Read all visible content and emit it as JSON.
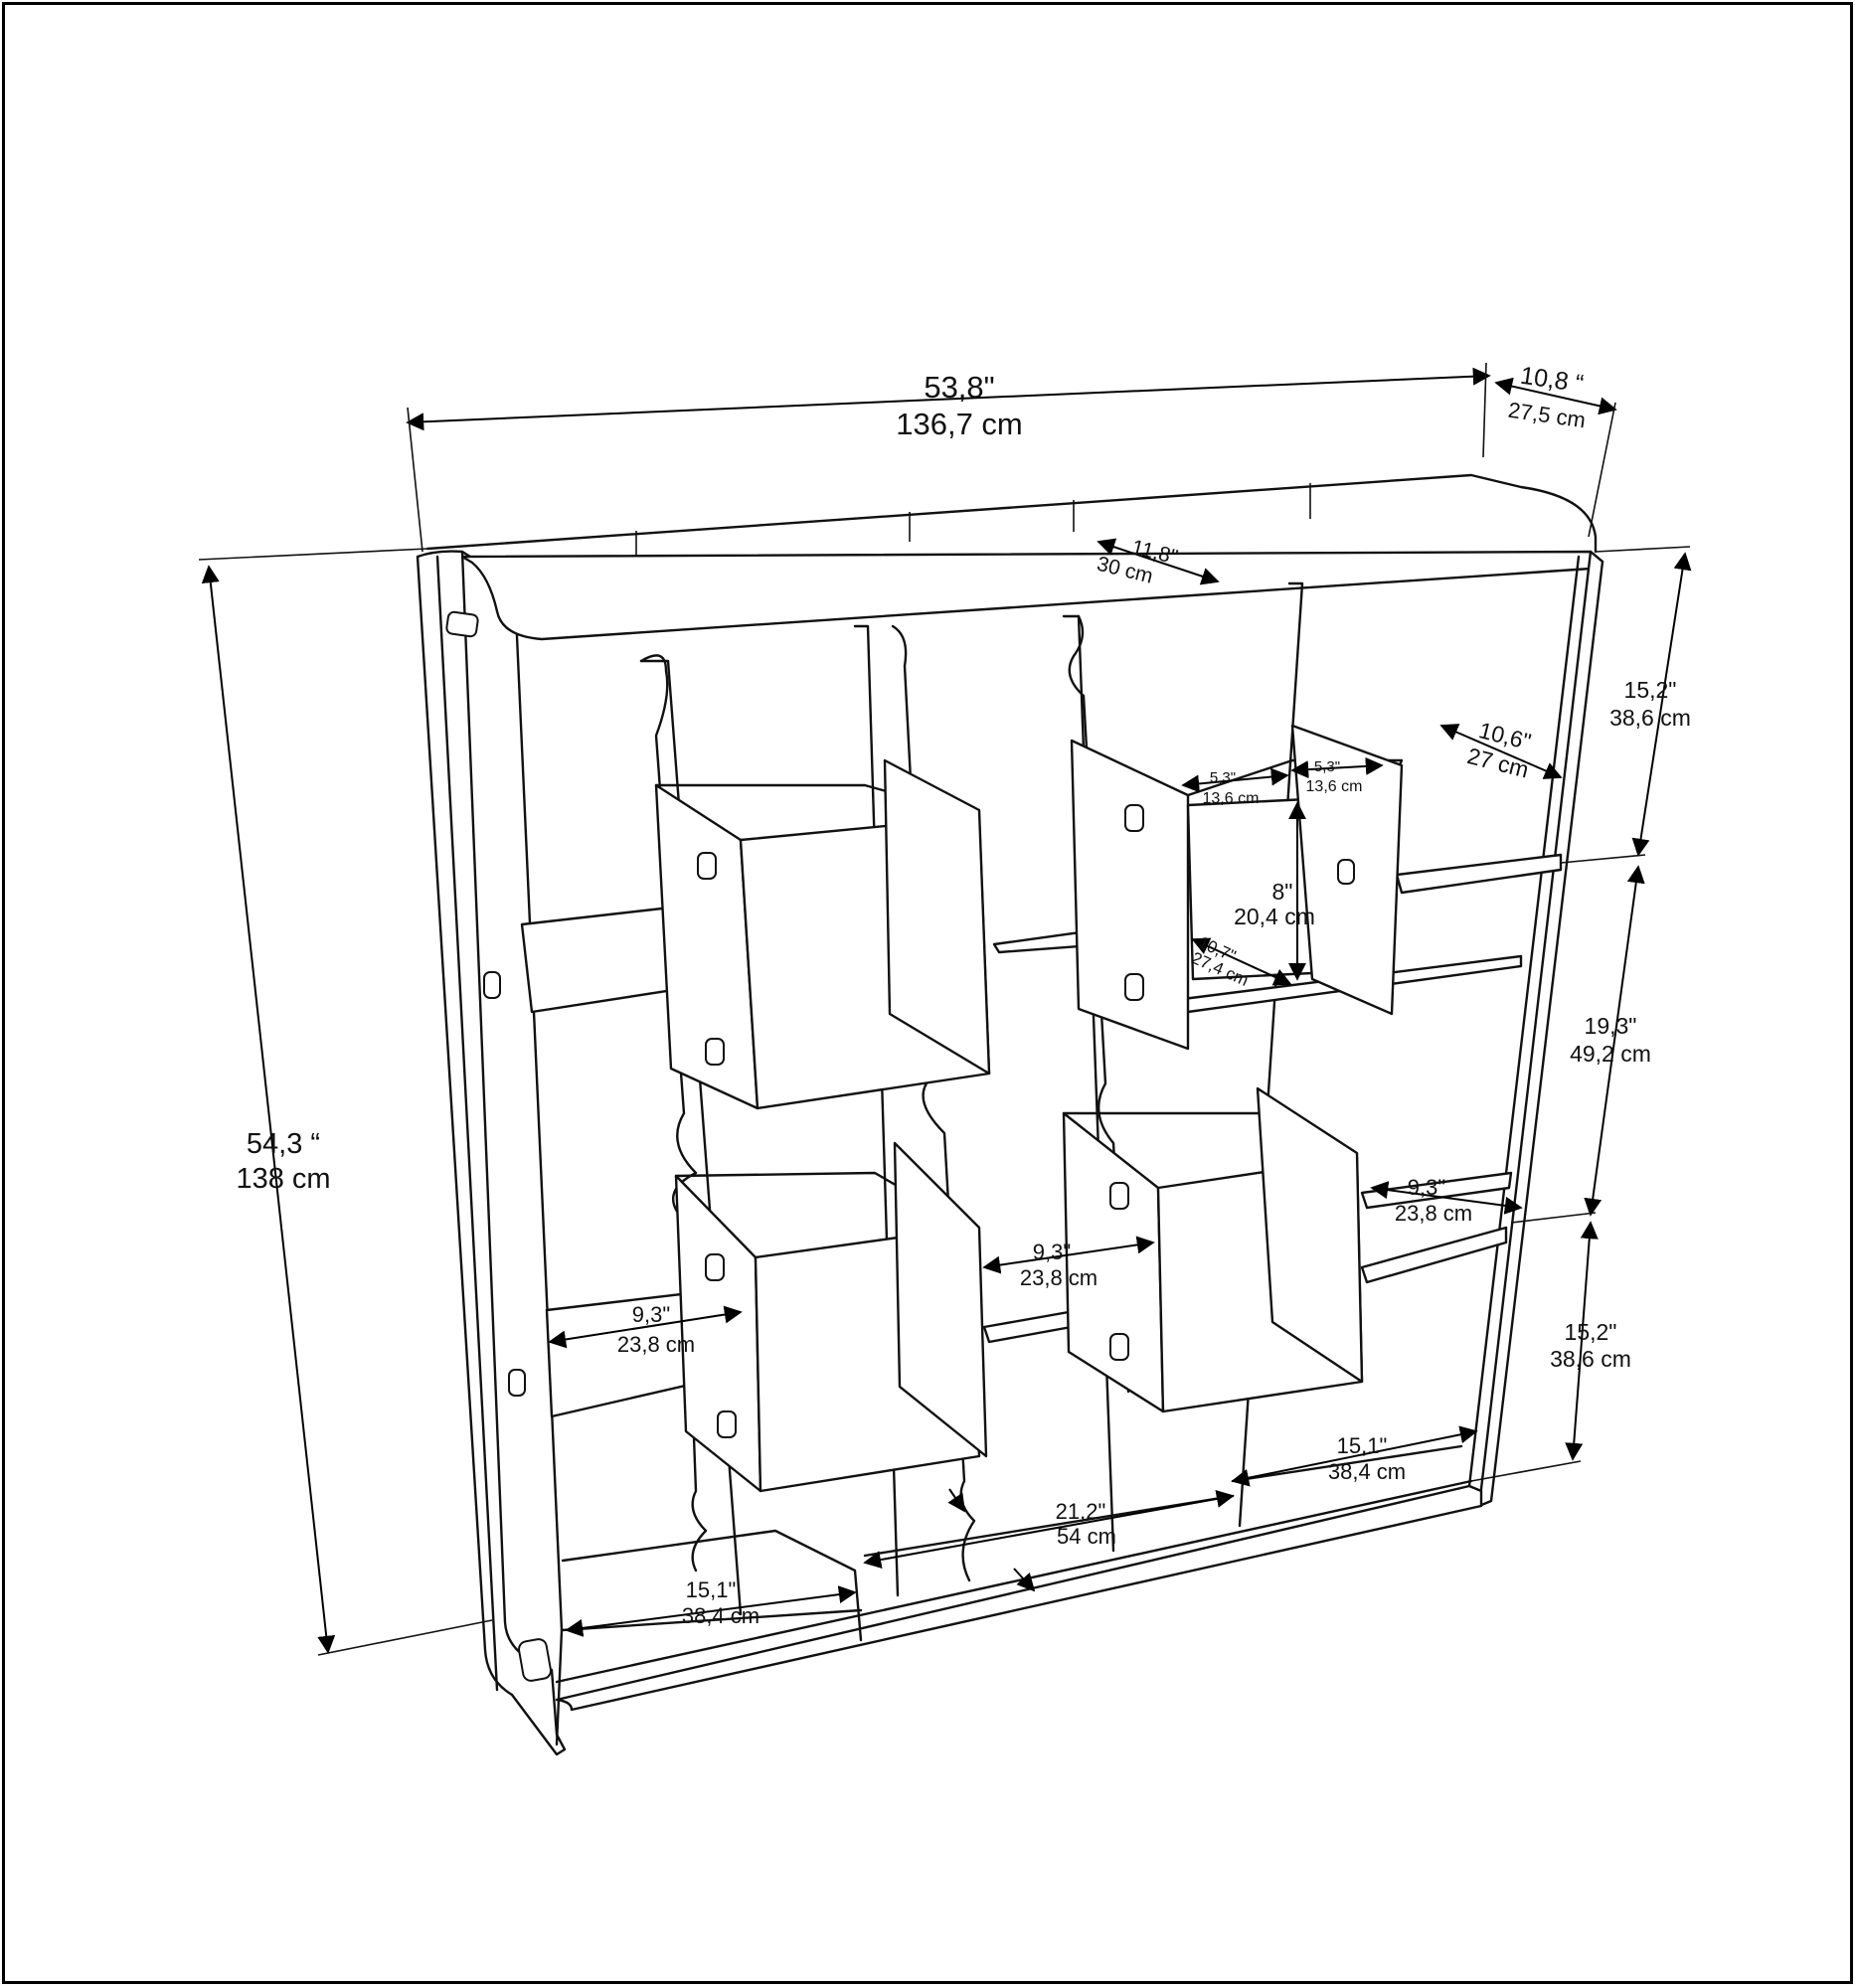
{
  "dimensions": {
    "overall_width": {
      "inch": "53,8\"",
      "cm": "136,7 cm"
    },
    "overall_depth": {
      "inch": "10,8 “",
      "cm": "27,5 cm"
    },
    "overall_height": {
      "inch": "54,3 “",
      "cm": "138 cm"
    },
    "top_inner_depth": {
      "inch": "11,8\"",
      "cm": "30 cm"
    },
    "right_top_height": {
      "inch": "15,2\"",
      "cm": "38,6 cm"
    },
    "right_middle_height": {
      "inch": "19,3\"",
      "cm": "49,2 cm"
    },
    "right_bottom_height": {
      "inch": "15,2\"",
      "cm": "38,6 cm"
    },
    "right_shelf_depth": {
      "inch": "10,6\"",
      "cm": "27 cm"
    },
    "drawer_width_a": {
      "inch": "5,3\"",
      "cm": "13,6 cm"
    },
    "drawer_width_b": {
      "inch": "5,3\"",
      "cm": "13,6 cm"
    },
    "drawer_height": {
      "inch": "8\"",
      "cm": "20,4 cm"
    },
    "drawer_depth": {
      "inch": "10,7\"",
      "cm": "27,4 cm"
    },
    "right_mid_shelf_gap": {
      "inch": "9,3\"",
      "cm": "23,8 cm"
    },
    "center_shelf_gap": {
      "inch": "9,3\"",
      "cm": "23,8 cm"
    },
    "left_shelf_gap": {
      "inch": "9,3\"",
      "cm": "23,8 cm"
    },
    "bottom_right_width": {
      "inch": "15,1\"",
      "cm": "38,4 cm"
    },
    "bottom_center_width": {
      "inch": "21,2\"",
      "cm": "54 cm"
    },
    "bottom_left_width": {
      "inch": "15,1\"",
      "cm": "38,4 cm"
    }
  }
}
